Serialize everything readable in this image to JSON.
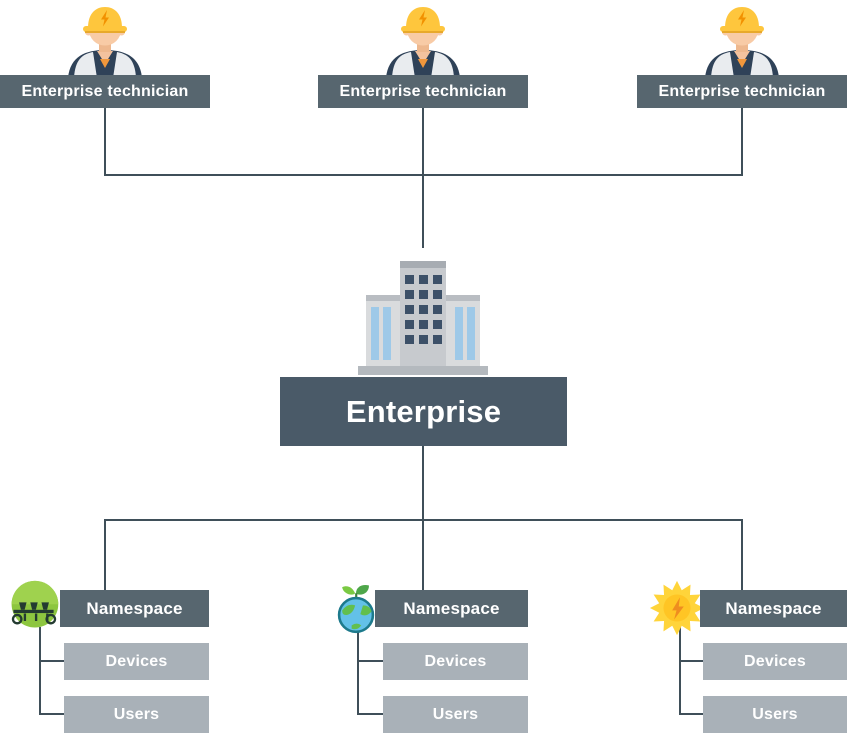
{
  "colors": {
    "dark_box": "#57666f",
    "enterprise_box": "#4a5a68",
    "light_box": "#a9b1b8",
    "connector": "#3f4f59",
    "text": "#ffffff"
  },
  "technicians": [
    {
      "label": "Enterprise technician",
      "icon": "technician-avatar-icon"
    },
    {
      "label": "Enterprise technician",
      "icon": "technician-avatar-icon"
    },
    {
      "label": "Enterprise technician",
      "icon": "technician-avatar-icon"
    }
  ],
  "enterprise": {
    "label": "Enterprise",
    "icon": "building-icon"
  },
  "namespaces": [
    {
      "label": "Namespace",
      "icon": "agriculture-icon",
      "devices_label": "Devices",
      "users_label": "Users"
    },
    {
      "label": "Namespace",
      "icon": "earth-leaf-icon",
      "devices_label": "Devices",
      "users_label": "Users"
    },
    {
      "label": "Namespace",
      "icon": "solar-energy-icon",
      "devices_label": "Devices",
      "users_label": "Users"
    }
  ]
}
